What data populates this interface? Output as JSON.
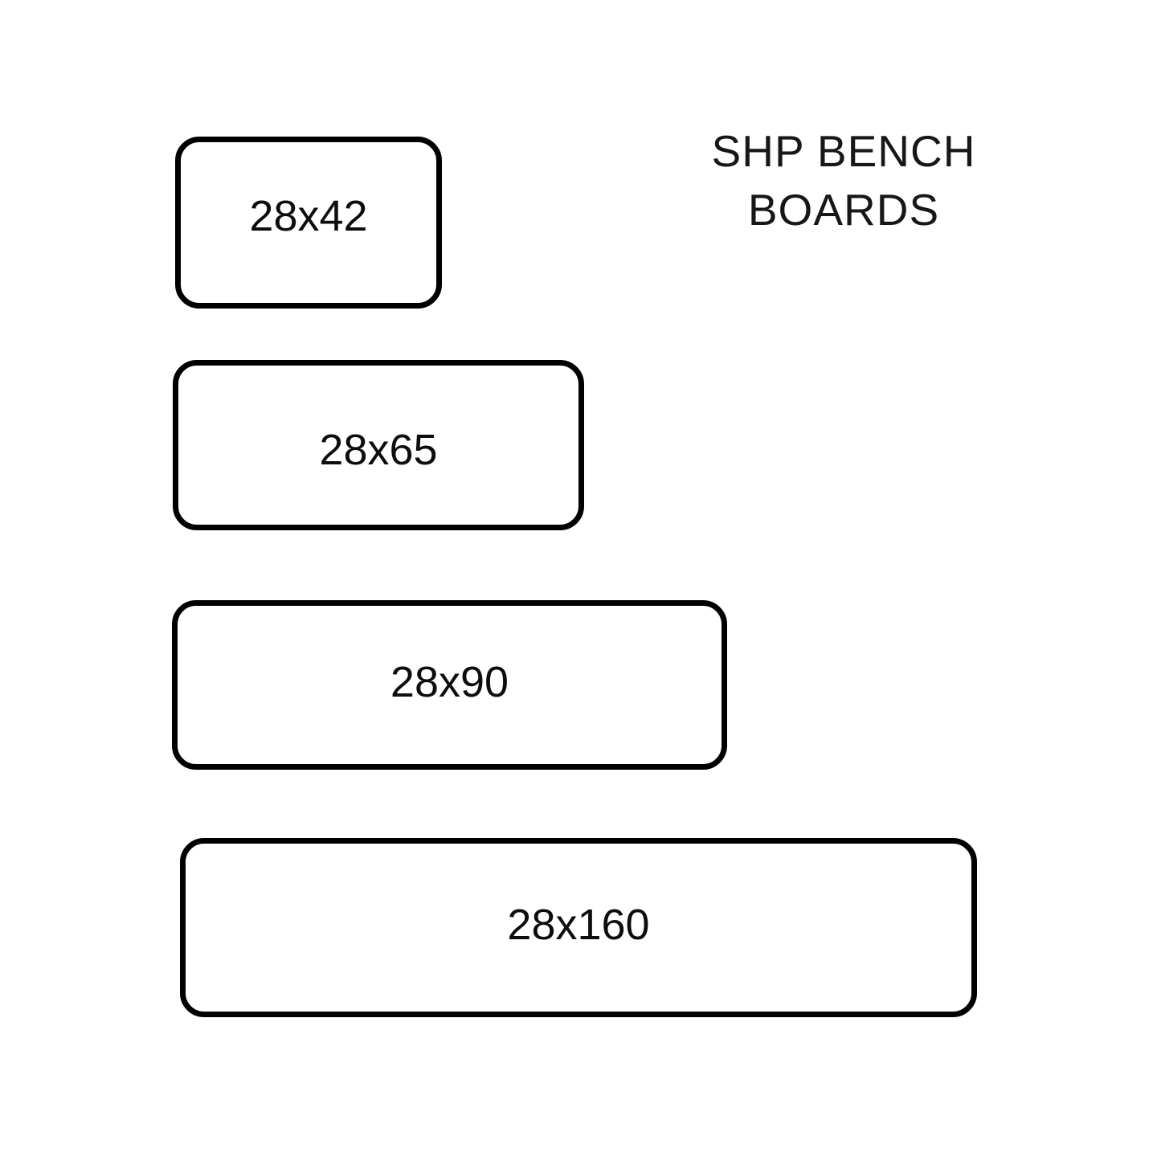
{
  "title": {
    "line1": "SHP BENCH",
    "line2": "BOARDS"
  },
  "boards": [
    {
      "label": "28x42"
    },
    {
      "label": "28x65"
    },
    {
      "label": "28x90"
    },
    {
      "label": "28x160"
    }
  ],
  "colors": {
    "background": "#ffffff",
    "outline": "#000000",
    "text": "#111111"
  }
}
